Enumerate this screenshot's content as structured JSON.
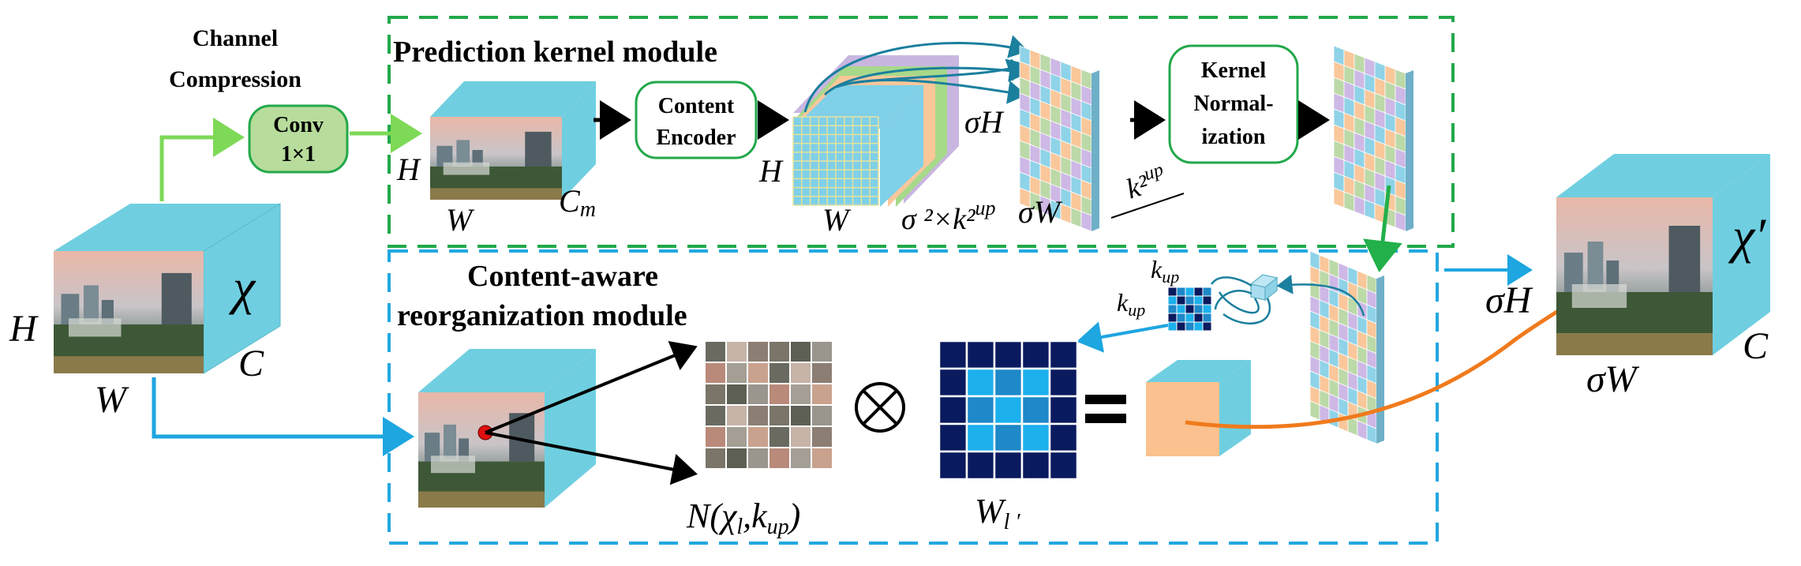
{
  "colors": {
    "green_dash": "#22a84a",
    "blue_dash": "#22a8e0",
    "cube_side": "#6fcfe0",
    "cube_top": "#6fcfe0",
    "green_arrow": "#7ed957",
    "blue_arrow": "#1ea6e0",
    "teal_arrow": "#1b7f9e",
    "orange_arrow": "#f07a1c",
    "kernel_blue_dark": "#0a1a5e",
    "kernel_blue_mid": "#1e88c8",
    "kernel_blue_light": "#1cb0ec",
    "conv_fill": "#b8dc9c",
    "module_border": "#22a84a",
    "center_cube_fill": "#fbc18e"
  },
  "labels": {
    "channel_compression_line1": "Channel",
    "channel_compression_line2": "Compression",
    "conv_line1": "Conv",
    "conv_line2": "1×1",
    "prediction_module": "Prediction kernel module",
    "content_encoder_line1": "Content",
    "content_encoder_line2": "Encoder",
    "kernel_norm_line1": "Kernel",
    "kernel_norm_line2": "Normal-",
    "kernel_norm_line3": "ization",
    "reorg_line1": "Content-aware",
    "reorg_line2": "reorganization module"
  },
  "math": {
    "input_H": "H",
    "input_W": "W",
    "input_C": "C",
    "input_chi": "χ",
    "cm_H": "H",
    "cm_W": "W",
    "cm_C": "C",
    "cm_C_sub": "m",
    "enc_H": "H",
    "enc_W": "W",
    "enc_sigmaH": "σH",
    "enc_depth": "σ ²×k²",
    "enc_depth_sub": "up",
    "norm_sigmaW": "σW",
    "norm_k2": "k²",
    "norm_k2_sub": "up",
    "kup_top": "k",
    "kup_top_sub": "up",
    "kup_left": "k",
    "kup_left_sub": "up",
    "neigh_label": "N(χ",
    "neigh_label_sub": "l",
    "neigh_label_rest": ",k",
    "neigh_label_sub2": "up",
    "neigh_close": ")",
    "otimes": "⊗",
    "equals": "=",
    "wl_label": "W",
    "wl_sub": "l ′",
    "out_sigmaH": "σH",
    "out_sigmaW": "σW",
    "out_C": "C",
    "out_chi": "χ′"
  }
}
